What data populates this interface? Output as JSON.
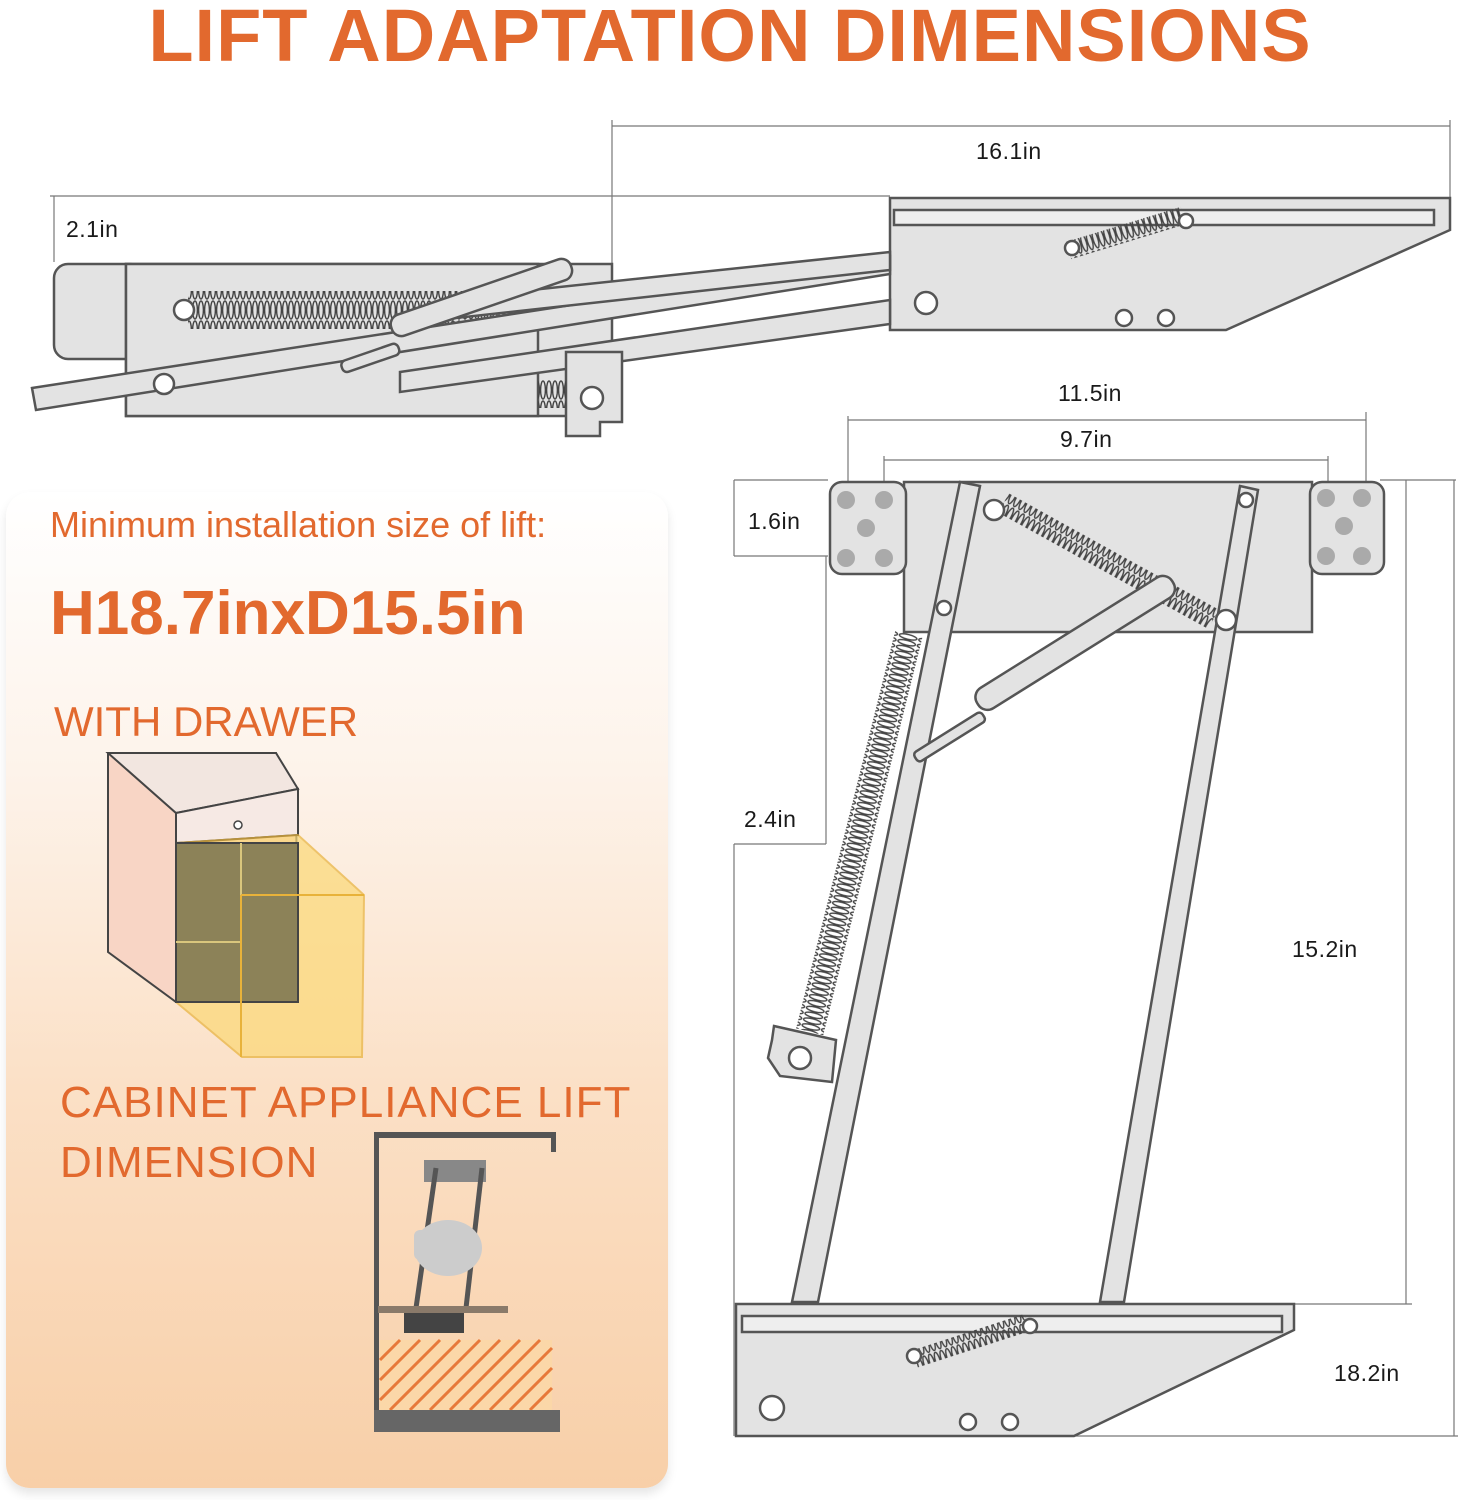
{
  "title": "LIFT ADAPTATION DIMENSIONS",
  "dimensions": {
    "top_width": "16.1in",
    "top_height": "2.1in",
    "bracket_outer_width": "11.5in",
    "bracket_inner_width": "9.7in",
    "bracket_height": "1.6in",
    "spring_offset": "2.4in",
    "inner_height": "15.2in",
    "total_height": "18.2in"
  },
  "panel": {
    "min_label": "Minimum installation size of lift:",
    "min_size": "H18.7inxD15.5in",
    "with_drawer": "WITH DRAWER",
    "cabinet_line1": "CABINET APPLIANCE LIFT",
    "cabinet_line2": "DIMENSION"
  },
  "colors": {
    "accent": "#e2692e",
    "metal_fill": "#e3e3e3",
    "metal_stroke": "#555555"
  }
}
